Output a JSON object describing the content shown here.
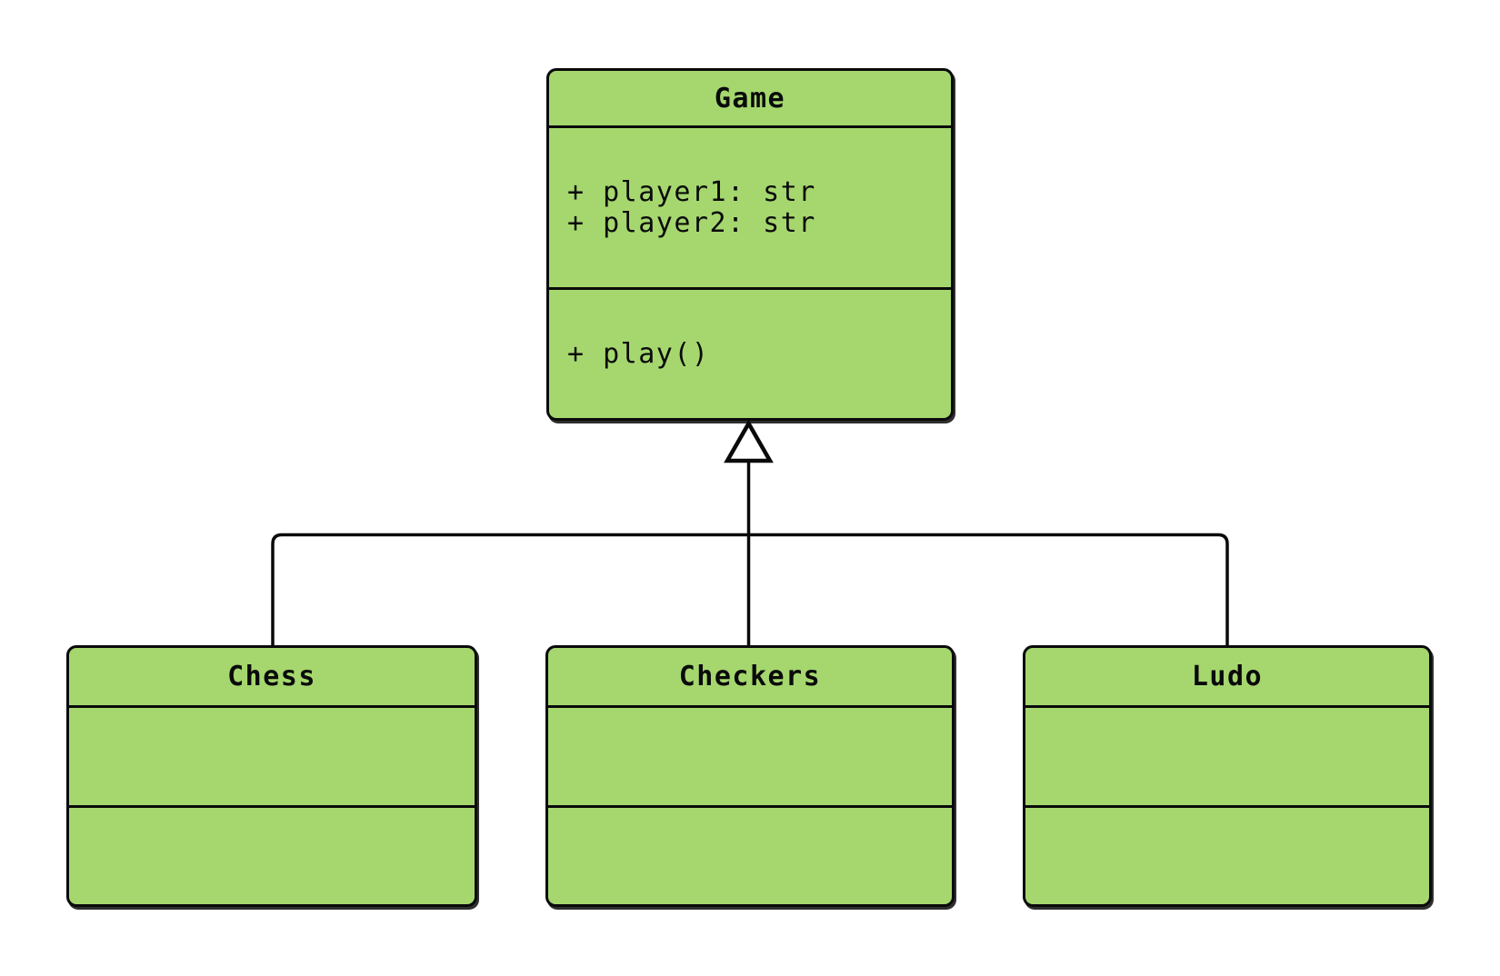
{
  "diagram": {
    "type": "uml-class-diagram",
    "background_color": "#ffffff",
    "node_fill_color": "#a5d76e",
    "node_stroke_color": "#0a0a0a",
    "classes": [
      {
        "name": "Game",
        "attributes": [
          "+ player1: str",
          "+ player2: str"
        ],
        "methods": [
          "+ play()"
        ]
      },
      {
        "name": "Chess",
        "attributes": [],
        "methods": []
      },
      {
        "name": "Checkers",
        "attributes": [],
        "methods": []
      },
      {
        "name": "Ludo",
        "attributes": [],
        "methods": []
      }
    ],
    "relations": [
      {
        "from": "Chess",
        "to": "Game",
        "type": "inheritance"
      },
      {
        "from": "Checkers",
        "to": "Game",
        "type": "inheritance"
      },
      {
        "from": "Ludo",
        "to": "Game",
        "type": "inheritance"
      }
    ]
  }
}
